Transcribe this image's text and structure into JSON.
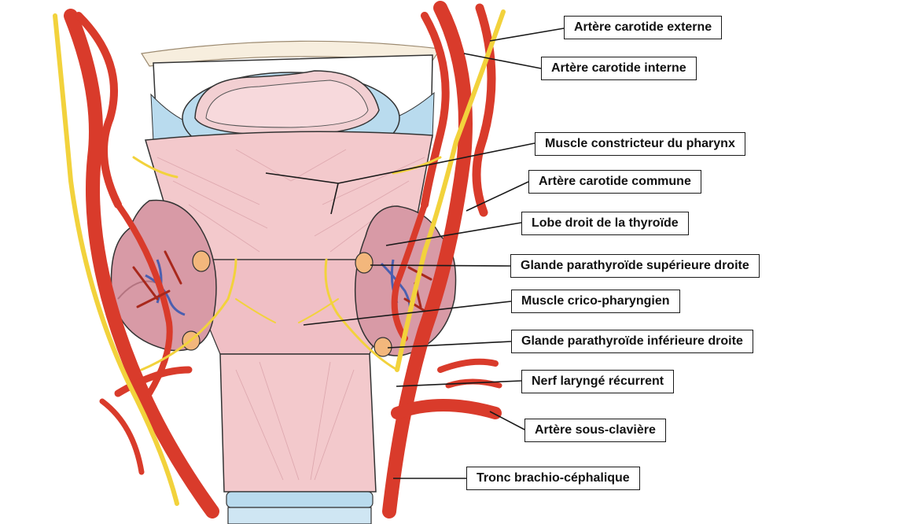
{
  "labels": {
    "carotide_externe": "Artère carotide externe",
    "carotide_interne": "Artère carotide interne",
    "constricteur": "Muscle constricteur du pharynx",
    "carotide_commune": "Artère carotide commune",
    "lobe_droit": "Lobe droit de la thyroïde",
    "parathyroide_sup": "Glande parathyroïde supérieure droite",
    "crico_pharyngien": "Muscle crico-pharyngien",
    "parathyroide_inf": "Glande parathyroïde inférieure droite",
    "nerf_recurrent": "Nerf laryngé récurrent",
    "sous_claviere": "Artère sous-clavière",
    "tronc": "Tronc brachio-céphalique"
  },
  "colors": {
    "artery": "#d93b2b",
    "artery_dark": "#a8281c",
    "nerve": "#f2d23c",
    "muscle": "#f3c9cc",
    "thyroid": "#d89aa6",
    "parathyroid": "#f3b77c",
    "vein": "#4a5fb0",
    "cartilage": "#b9dbee"
  }
}
